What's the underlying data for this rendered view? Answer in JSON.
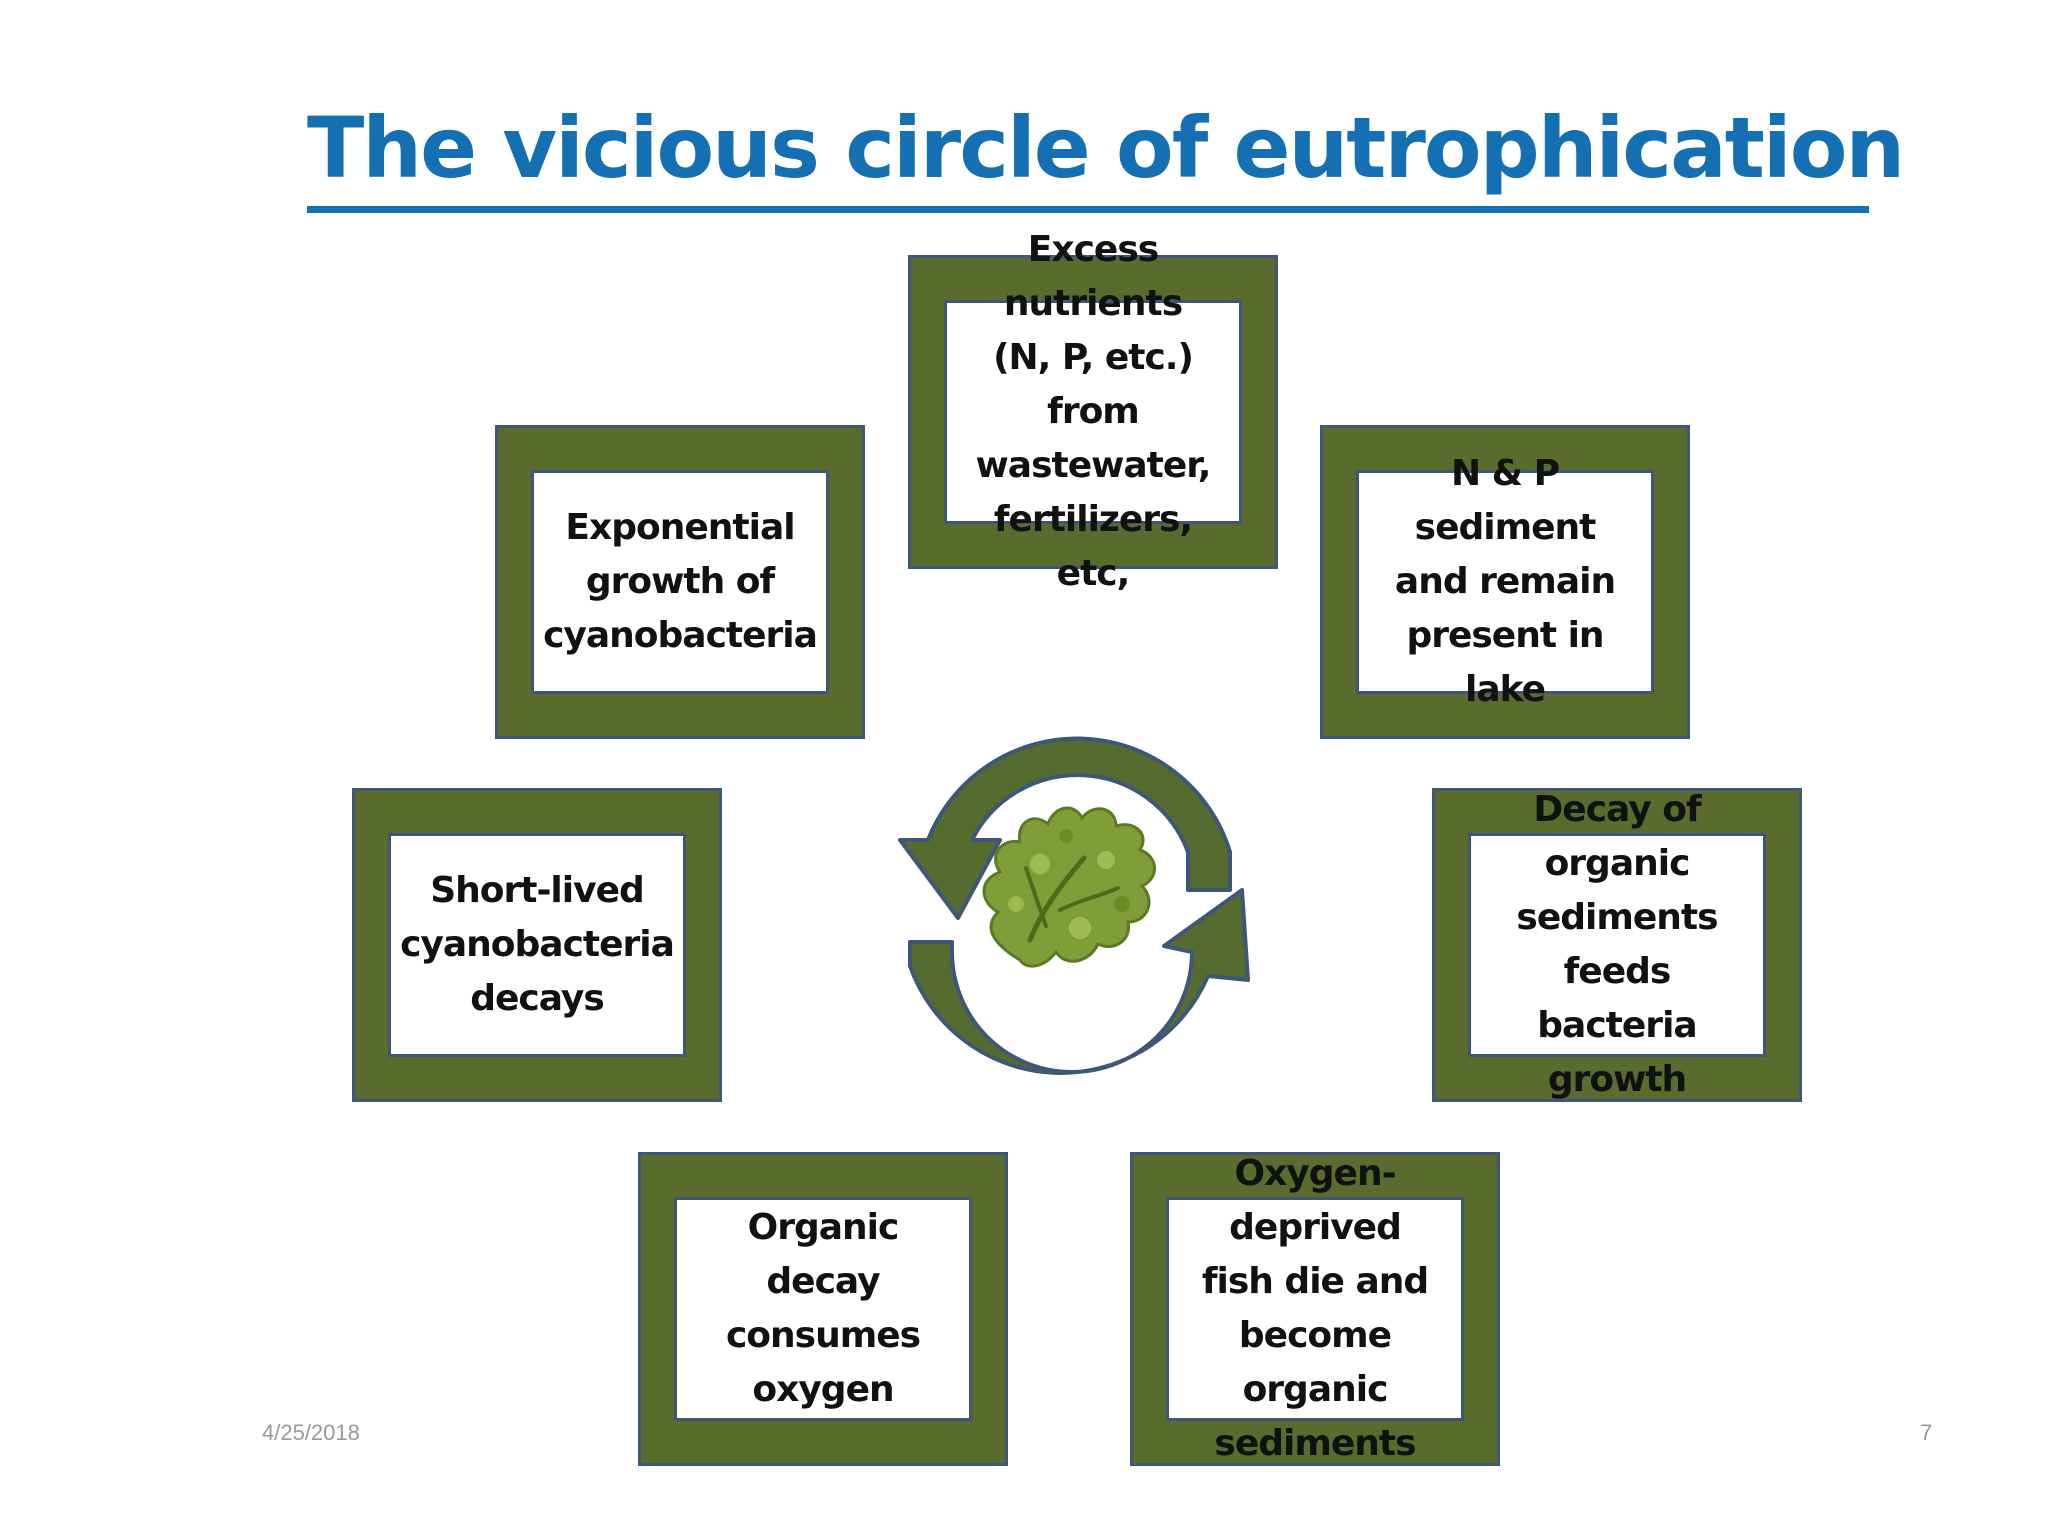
{
  "title": "The vicious circle of eutrophication",
  "colors": {
    "title": "#1470b3",
    "box_frame": "#5a6b2e",
    "box_border": "#3e5778",
    "arrow_fill": "#556b2f",
    "arrow_stroke": "#3e5778"
  },
  "boxes": [
    {
      "id": "excess-nutrients",
      "lines": [
        "Excess nutrients",
        "(N, P, etc.) from",
        "wastewater,",
        "fertilizers, etc,"
      ]
    },
    {
      "id": "np-sediment",
      "lines": [
        "N & P sediment",
        "and remain",
        "present in lake"
      ]
    },
    {
      "id": "decay-organic-sediments",
      "lines": [
        "Decay of organic",
        "sediments feeds",
        "bacteria growth"
      ]
    },
    {
      "id": "oxygen-deprived-fish",
      "lines": [
        "Oxygen-deprived",
        "fish die and",
        "become organic",
        "sediments"
      ]
    },
    {
      "id": "organic-decay-oxygen",
      "lines": [
        "Organic decay",
        "consumes",
        "oxygen"
      ]
    },
    {
      "id": "short-lived-decays",
      "lines": [
        "Short-lived",
        "cyanobacteria",
        "decays"
      ]
    },
    {
      "id": "exponential-growth",
      "lines": [
        "Exponential",
        "growth of",
        "cyanobacteria"
      ]
    }
  ],
  "center_icon": "algae-icon",
  "cycle_icon": "cycle-arrows-icon",
  "footer": {
    "date": "4/25/2018",
    "page": "7"
  }
}
